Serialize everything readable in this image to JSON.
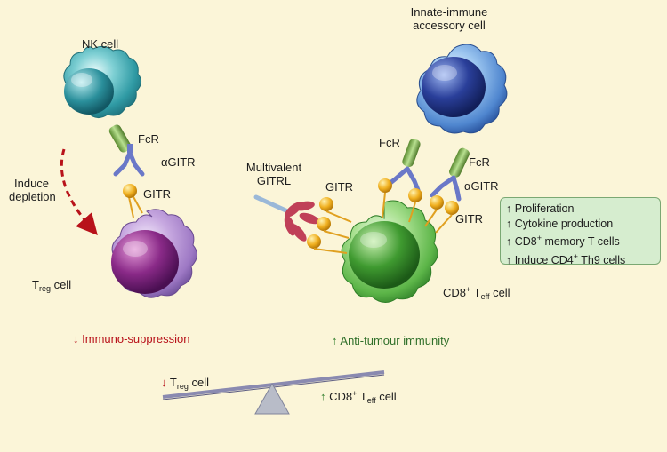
{
  "labels": {
    "nk_cell": "NK cell",
    "innate_line1": "Innate-immune",
    "innate_line2": "accessory cell",
    "fcr_left": "FcR",
    "agitr_left": "αGITR",
    "gitr_left": "GITR",
    "induce": "Induce",
    "depletion": "depletion",
    "treg_T": "T",
    "treg_sub": "reg",
    "treg_cell": " cell",
    "fcr_right1": "FcR",
    "fcr_right2": "FcR",
    "agitr_right": "αGITR",
    "gitr_right1": "GITR",
    "gitr_right2": "GITR",
    "multivalent": "Multivalent",
    "gitrl": "GITRL",
    "cd8_teff_prefix": "CD8",
    "cd8_sup": "+",
    "teff_T": " T",
    "teff_sub": "eff",
    "teff_cell": " cell",
    "immuno_suppression": "Immuno-suppression",
    "anti_tumour": "Anti-tumour immunity",
    "balance_treg_T": "T",
    "balance_treg_sub": "reg",
    "balance_treg_cell": " cell",
    "balance_cd8": "CD8",
    "balance_cd8_sup": "+",
    "balance_T": " T",
    "balance_teff_sub": "eff",
    "balance_cell": " cell",
    "arrow_down": "↓",
    "arrow_up": "↑"
  },
  "effects": [
    {
      "arrow": "↑",
      "text": "Proliferation"
    },
    {
      "arrow": "↑",
      "text": "Cytokine production"
    },
    {
      "arrow": "↑",
      "text": "CD8",
      "sup": "+",
      "rest": " memory T cells"
    },
    {
      "arrow": "↑",
      "text": "Induce CD4",
      "sup": "+",
      "rest": " Th9 cells"
    }
  ],
  "colors": {
    "background": "#fbf5d8",
    "nk_cell": "#3aa8b0",
    "treg_cell": "#7a3a9a",
    "teff_cell": "#4caa3a",
    "innate_cell": "#2f5fb8",
    "gitr_ball": "#f0b020",
    "antibody_fc": "#7aa850",
    "antibody_fab": "#6a78c8",
    "gitrl": "#c04058",
    "effects_box": "#d6edcf",
    "red_arrow": "#b8121a",
    "green_arrow": "#2f7d2a"
  }
}
